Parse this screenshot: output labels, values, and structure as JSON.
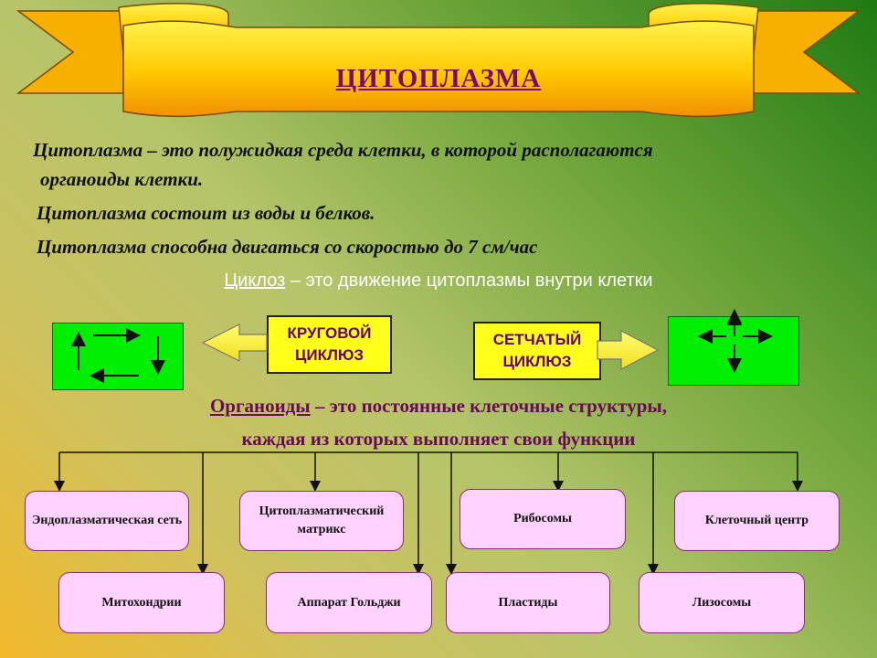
{
  "title": "ЦИТОПЛАЗМА",
  "definition": {
    "line1": "Цитоплазма – это полужидкая среда клетки, в которой располагаются",
    "line2": "органоиды клетки."
  },
  "composition": "Цитоплазма состоит из воды и белков.",
  "speed": "Цитоплазма способна двигаться со скоростью до 7 см/час",
  "cyclosis": {
    "term": "Циклоз",
    "rest": " – это движение цитоплазмы внутри клетки"
  },
  "types": {
    "circular": {
      "line1": "КРУГОВОЙ",
      "line2": "ЦИКЛЮЗ"
    },
    "mesh": {
      "line1": "СЕТЧАТЫЙ",
      "line2": "ЦИКЛЮЗ"
    }
  },
  "organoids": {
    "term": "Органоиды",
    "line1_rest": " – это постоянные клеточные структуры,",
    "line2": "каждая из которых выполняет свои функции"
  },
  "items": {
    "er": "Эндоплазматическая сеть",
    "matrix": "Цитоплазматический матрикс",
    "ribosomes": "Рибосомы",
    "centre": "Клеточный центр",
    "mitochondria": "Митохондрии",
    "golgi": "Аппарат Гольджи",
    "plastids": "Пластиды",
    "lysosomes": "Лизосомы"
  },
  "colors": {
    "banner": "#ffd21a",
    "green_box": "#00ee00",
    "label_box": "#ffff1a",
    "item_box": "#ffd2ff",
    "title_text": "#7a0a66"
  }
}
